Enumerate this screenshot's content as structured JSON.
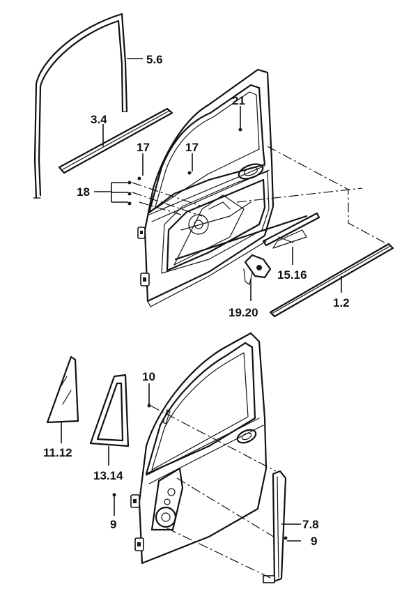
{
  "labels": {
    "l_5_6": "5.6",
    "l_3_4": "3.4",
    "l_21": "21",
    "l_17a": "17",
    "l_17b": "17",
    "l_18": "18",
    "l_15_16": "15.16",
    "l_19_20": "19.20",
    "l_1_2": "1.2",
    "l_10": "10",
    "l_11_12": "11.12",
    "l_13_14": "13.14",
    "l_9a": "9",
    "l_7_8": "7.8",
    "l_9b": "9"
  }
}
